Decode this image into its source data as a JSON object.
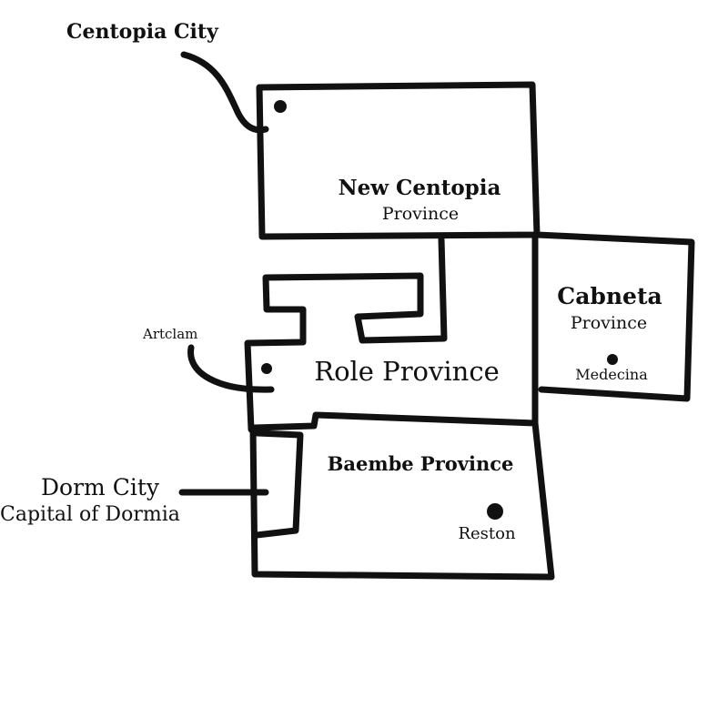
{
  "map": {
    "provinces": [
      {
        "name": "New Centopia",
        "suffix": "Province"
      },
      {
        "name": "Cabneta",
        "suffix": "Province"
      },
      {
        "name": "Role Province"
      },
      {
        "name": "Baembe Province"
      }
    ],
    "cities": [
      {
        "name": "Centopia City"
      },
      {
        "name": "Artclam"
      },
      {
        "name": "Medecina"
      },
      {
        "name": "Reston"
      },
      {
        "name": "Dorm City",
        "subtitle": "Capital of Dormia"
      }
    ],
    "colors": {
      "ink": "#111111",
      "background": "#ffffff"
    }
  }
}
